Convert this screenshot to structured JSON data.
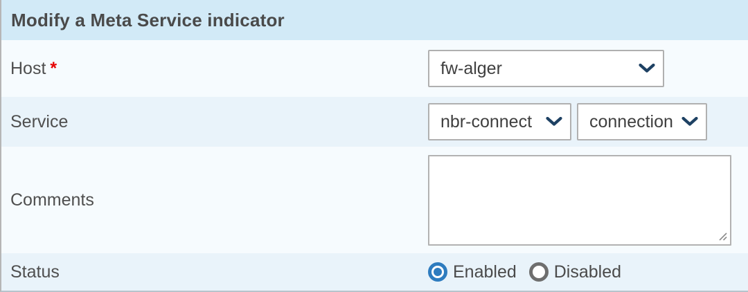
{
  "header": {
    "title": "Modify a Meta Service indicator"
  },
  "fields": {
    "host": {
      "label": "Host",
      "required_marker": "*",
      "value": "fw-alger"
    },
    "service": {
      "label": "Service",
      "service_value": "nbr-connect",
      "metric_value": "connection ()"
    },
    "comments": {
      "label": "Comments",
      "value": ""
    },
    "status": {
      "label": "Status",
      "options": [
        {
          "label": "Enabled",
          "selected": true
        },
        {
          "label": "Disabled",
          "selected": false
        }
      ]
    }
  },
  "icons": {
    "dropdown": "chevron-down-icon",
    "textarea_corner": "resize-grip-icon"
  },
  "colors": {
    "header_bg": "#d2eaf7",
    "row_light": "#f6fbfe",
    "row_shaded": "#e9f3fa",
    "accent_blue": "#2e7cbf",
    "chevron_navy": "#1e4163",
    "required_red": "#e60000",
    "border_gray": "#b0b0b0"
  }
}
